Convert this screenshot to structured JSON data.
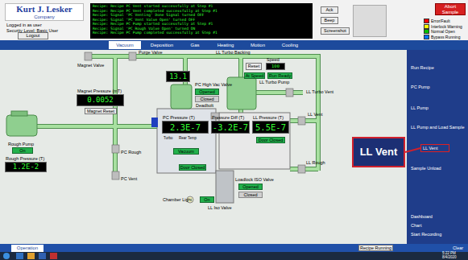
{
  "diagram": {
    "nodes": [
      {
        "text": [
          "Kurt J. Lesker",
          "Company"
        ]
      },
      {
        "text": [
          "Logout"
        ]
      },
      {
        "text": [
          "Recipe: Recipe PC Vent started successfully at Step #1",
          "Recipe: Recipe PC Vent completed successfully at Step #1",
          "Recipe: Signal 'PC Venting' Done Signal turned OFF",
          "Recipe: Signal 'PC Vent Valve Open' turned OFF",
          "Recipe: Recipe PC Pump started successfully at Step #1",
          "Recipe: Signal 'PC Rough Valve Open' turned ON",
          "Recipe: Recipe PC Pump completed successfully at Step #1"
        ]
      },
      {
        "text": [
          "Ack"
        ]
      },
      {
        "text": [
          "Beep"
        ]
      },
      {
        "text": [
          "Screenshot"
        ]
      },
      {
        "text": [
          "Abort Sample"
        ]
      },
      {
        "text": [
          "Vacuum"
        ]
      },
      {
        "text": [
          "Deposition"
        ]
      },
      {
        "text": [
          "Gas"
        ]
      },
      {
        "text": [
          "Heating"
        ]
      },
      {
        "text": [
          "Motion"
        ]
      },
      {
        "text": [
          "Cooling"
        ]
      },
      {
        "text": [
          "Magnet Pressure (mT)",
          "0.0052"
        ]
      },
      {
        "text": [
          "Magnet Reset"
        ]
      },
      {
        "text": [
          "13.1"
        ]
      },
      {
        "text": [
          "Opened"
        ]
      },
      {
        "text": [
          "Closed"
        ]
      },
      {
        "text": [
          "Reset"
        ]
      },
      {
        "text": [
          "Speed",
          "100"
        ]
      },
      {
        "text": [
          "At Speed"
        ]
      },
      {
        "text": [
          "Run Ready"
        ]
      },
      {
        "text": [
          "On"
        ]
      },
      {
        "text": [
          "Rough Pressure (T)",
          "1.2E-2"
        ]
      },
      {
        "text": [
          "PC Pressure (T)",
          "2.3E-7"
        ]
      },
      {
        "text": [
          "Pressure Diff (T)",
          "-3.2E-7"
        ]
      },
      {
        "text": [
          "LL Pressure (T)",
          "5.5E-7"
        ]
      },
      {
        "text": [
          "Vacuum"
        ]
      },
      {
        "text": [
          "Door Closed"
        ]
      },
      {
        "text": [
          "Door Closed"
        ]
      },
      {
        "text": [
          "On"
        ]
      },
      {
        "text": [
          "Opened"
        ]
      },
      {
        "text": [
          "Closed"
        ]
      },
      {
        "text": [
          "LL Vent"
        ]
      },
      {
        "text": [
          "Run Recipe"
        ]
      },
      {
        "text": [
          "PC Pump"
        ]
      },
      {
        "text": [
          "LL Pump"
        ]
      },
      {
        "text": [
          "LL Pump and Load Sample"
        ]
      },
      {
        "text": [
          "LL Vent"
        ]
      },
      {
        "text": [
          "Sample Unload"
        ]
      },
      {
        "text": [
          "Dashboard"
        ]
      },
      {
        "text": [
          "Chart"
        ]
      },
      {
        "text": [
          "Start Recording"
        ]
      },
      {
        "text": [
          "Operation"
        ]
      },
      {
        "text": [
          "Recipe Running"
        ]
      }
    ],
    "edges": [
      {
        "from": 33,
        "to": 38,
        "arrow": "none"
      }
    ],
    "labels": [
      "Logged in as user",
      "Security Level: Basic User",
      "Purge Valve",
      "Magnet Valve",
      "PC High Vac Valve",
      "Deadbolt",
      "LL Turbo Backing",
      "LL Turbo Pump",
      "LL Turbo Vent",
      "LL Vent",
      "LL Rough",
      "Rough Pump",
      "PC Rough",
      "PC Vent",
      "Turbo",
      "Rear Temp",
      "Chamber Light",
      "Loadlock ISO Valve",
      "LL Iso Valve",
      "Clear",
      "5:22 PM",
      "8/4/2020"
    ],
    "legend": [
      {
        "text": "Error/Fault",
        "color": "#ff0000"
      },
      {
        "text": "Interlock Warning",
        "color": "#ffff00"
      },
      {
        "text": "Normal Open",
        "color": "#00c000"
      },
      {
        "text": "Bypass Running",
        "color": "#0070ff"
      }
    ]
  }
}
